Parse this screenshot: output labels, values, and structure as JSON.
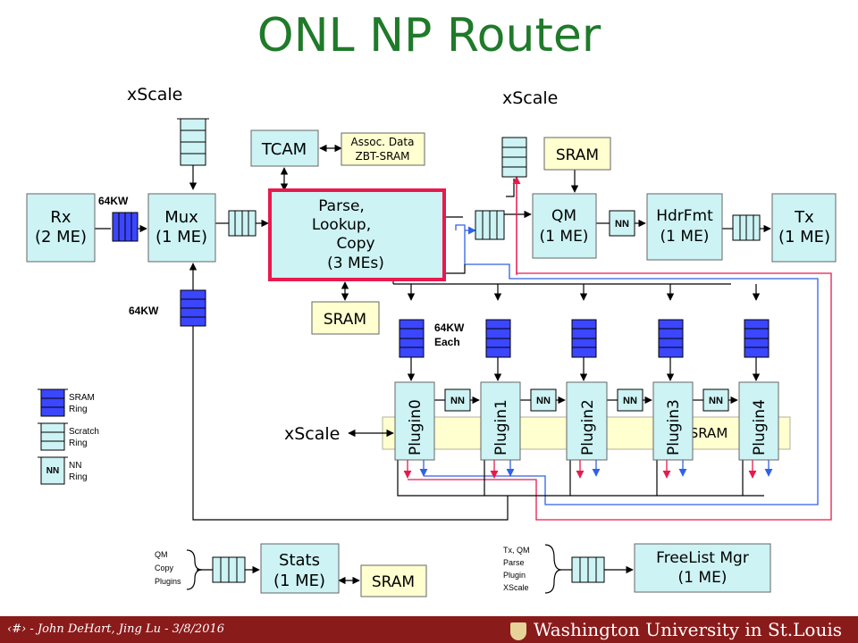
{
  "title": "ONL NP Router",
  "colors": {
    "accent_title": "#1f7a2a",
    "box_fill": "#cdf3f4",
    "sram_fill": "#ffffd0",
    "sram_ring": "#3b46ff",
    "highlight": "#e8194e",
    "footer": "#8a1b1b"
  },
  "blocks": {
    "rx": [
      "Rx",
      "(2 ME)"
    ],
    "mux": [
      "Mux",
      "(1 ME)"
    ],
    "parse": [
      "Parse,",
      "Lookup,",
      "Copy",
      "(3 MEs)"
    ],
    "tcam": "TCAM",
    "assoc": [
      "Assoc. Data",
      "ZBT-SRAM"
    ],
    "sram_parse": "SRAM",
    "sram_qm": "SRAM",
    "qm": [
      "QM",
      "(1 ME)"
    ],
    "hdrfmt": [
      "HdrFmt",
      "(1 ME)"
    ],
    "tx": [
      "Tx",
      "(1 ME)"
    ],
    "stats": [
      "Stats",
      "(1 ME)"
    ],
    "sram_stats": "SRAM",
    "freelist": [
      "FreeList Mgr",
      "(1 ME)"
    ]
  },
  "plugins": [
    "Plugin0",
    "Plugin1",
    "Plugin2",
    "Plugin3",
    "Plugin4"
  ],
  "plugin_sram": "SRAM",
  "xscale_labels": [
    "xScale",
    "xScale",
    "xScale"
  ],
  "ring_labels": {
    "rx_mux": "64KW",
    "mux_bottom": "64KW",
    "plugins": [
      "64KW",
      "Each"
    ],
    "nn": "NN"
  },
  "legend": [
    {
      "kind": "sram-ring",
      "lines": [
        "SRAM",
        "Ring"
      ]
    },
    {
      "kind": "scratch-ring",
      "lines": [
        "Scratch",
        "Ring"
      ]
    },
    {
      "kind": "nn-ring",
      "lines": [
        "NN",
        "Ring"
      ]
    }
  ],
  "stats_inputs": [
    "QM",
    "Copy",
    "Plugins"
  ],
  "freelist_inputs": [
    "Tx, QM",
    "Parse",
    "Plugin",
    "XScale"
  ],
  "footer": {
    "left": "‹#› - John DeHart, Jing Lu - 3/8/2016",
    "right": "Washington University in St.Louis"
  }
}
